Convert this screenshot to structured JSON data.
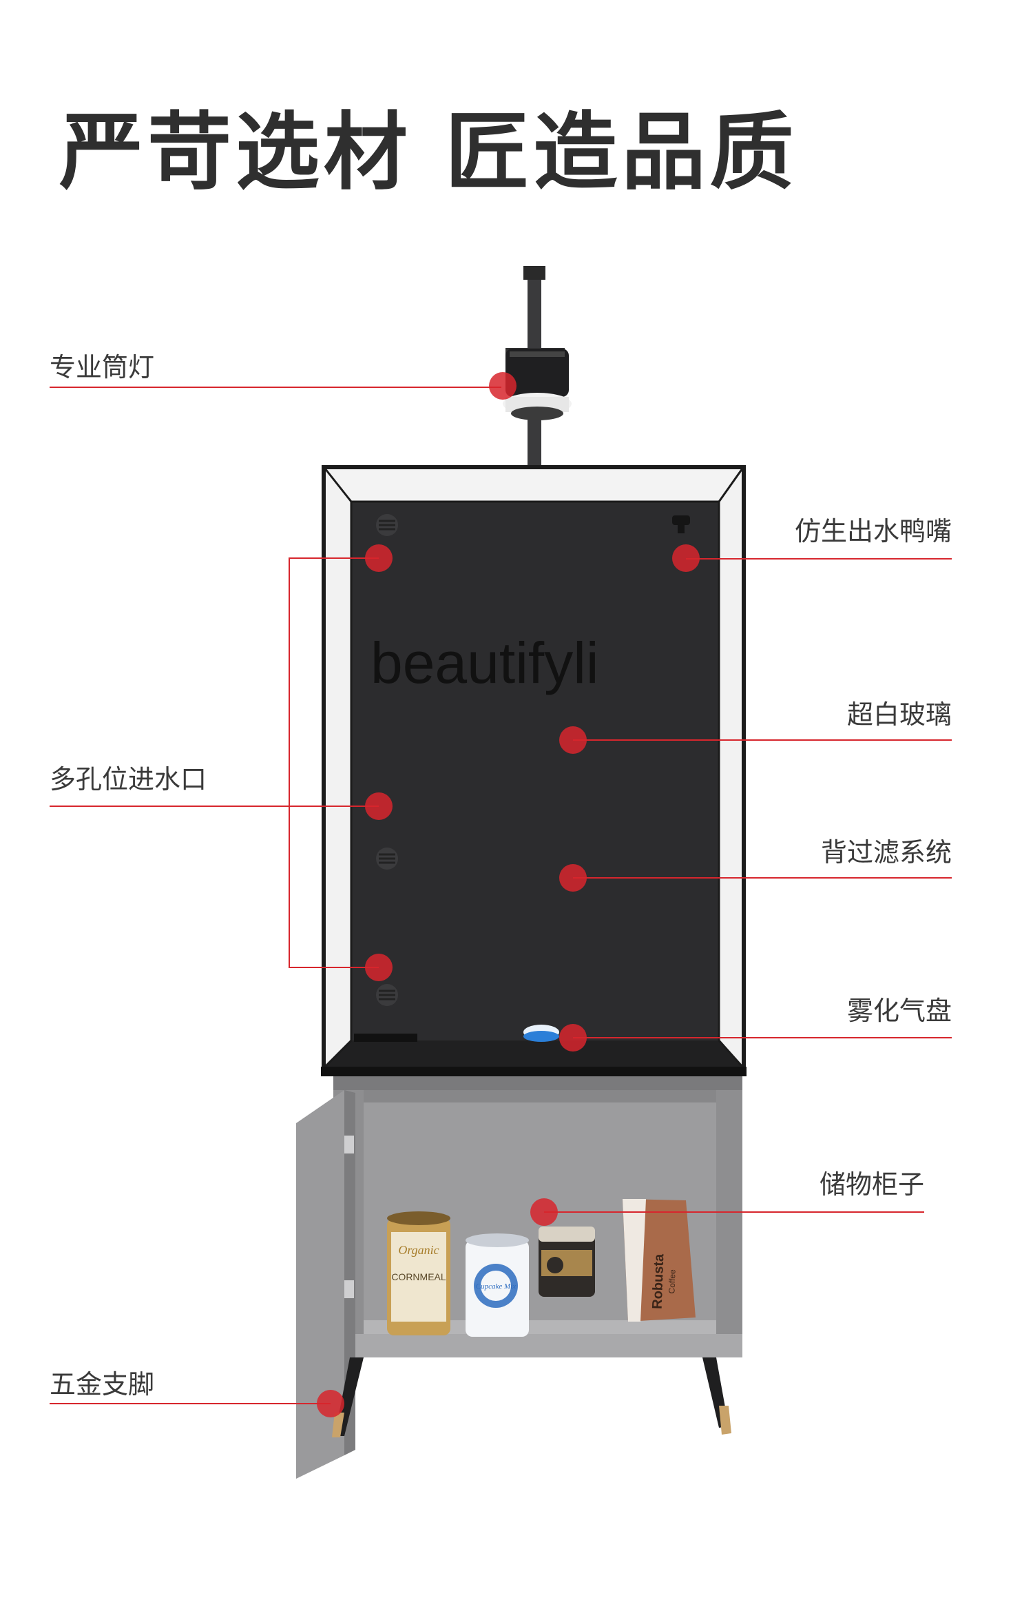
{
  "headline": "严苛选材 匠造品质",
  "watermark": "beautifyli",
  "callouts": {
    "lamp": "专业筒灯",
    "multi_inlet": "多孔位进水口",
    "hardware_legs": "五金支脚",
    "duckbill_outlet": "仿生出水鸭嘴",
    "ultra_clear_glass": "超白玻璃",
    "back_filter": "背过滤系统",
    "air_disc": "雾化气盘",
    "storage_cabinet": "储物柜子"
  },
  "products": {
    "cornmeal_brand": "Organic",
    "cornmeal_label": "CORNMEAL",
    "cupcake_label": "Cupcake Mix",
    "coffee_label": "Robusta",
    "coffee_sub": "Coffee"
  },
  "colors": {
    "accent_red": "#d7262d",
    "tank_back": "#2c2c2e",
    "frame": "#1b1b1b",
    "cabinet": "#9c9c9e",
    "brass": "#c9a36a"
  }
}
